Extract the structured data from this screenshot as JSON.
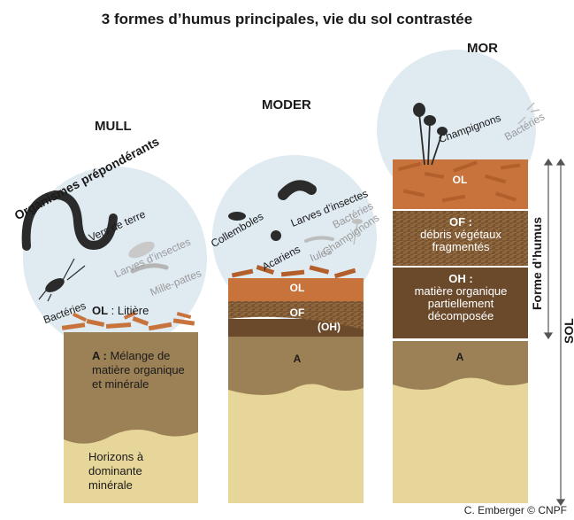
{
  "title": "3 formes d’humus principales, vie du sol contrastée",
  "columns": {
    "mull": {
      "name": "MULL",
      "organisms_heading": "Organismes prépondérants",
      "organisms": [
        "Vers de terre",
        "Bactéries",
        "Larves d’insectes",
        "Mille-pattes"
      ],
      "litter_bold": "OL",
      "litter_rest": " : Litière",
      "a_bold": "A :",
      "a_rest": " Mélange de matière organique et minérale",
      "bottom": "Horizons à dominante minérale"
    },
    "moder": {
      "name": "MODER",
      "organisms": [
        "Collemboles",
        "Larves d’insectes",
        "Acariens",
        "Iules",
        "Bactéries",
        "Champignons"
      ],
      "ol": "OL",
      "of": "OF",
      "oh": "(OH)",
      "a": "A"
    },
    "mor": {
      "name": "MOR",
      "organisms": [
        "Champignons",
        "Bactéries"
      ],
      "ol": "OL",
      "of_title": "OF :",
      "of_text": "débris végétaux fragmentés",
      "oh_title": "OH :",
      "oh_text": "matière organique partiellement décomposée",
      "a": "A"
    }
  },
  "side_labels": {
    "forme": "Forme d’humus",
    "sol": "SOL"
  },
  "credit": "C. Emberger © CNPF",
  "colors": {
    "bubble": "#dfeaf1",
    "litter": "#c8733c",
    "of_layer": "#7a5330",
    "oh_layer": "#6b4a2c",
    "a_layer": "#9c8156",
    "mineral": "#e7d69a"
  }
}
